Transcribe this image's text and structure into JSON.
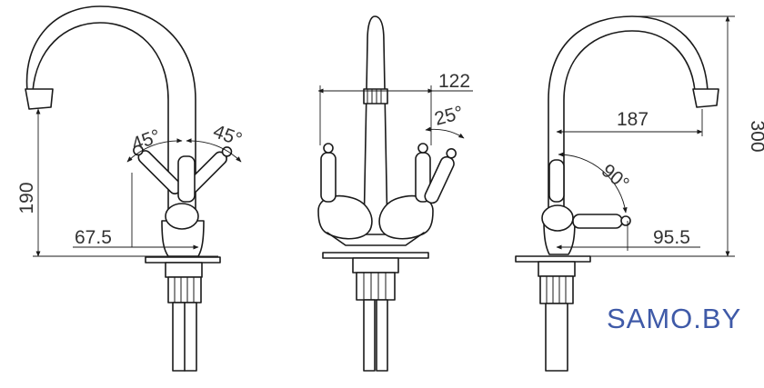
{
  "dimensions": {
    "left_height": "190",
    "left_offset": "67.5",
    "left_angle_a": "45°",
    "left_angle_b": "45°",
    "center_width": "122",
    "center_angle": "25°",
    "right_reach": "187",
    "right_angle": "90°",
    "right_height": "300",
    "right_offset": "95.5"
  },
  "brand": {
    "logo_text": "SAMO.BY",
    "color": "#3f5aa8"
  },
  "colors": {
    "line": "#1a1a1a",
    "text": "#333333"
  }
}
